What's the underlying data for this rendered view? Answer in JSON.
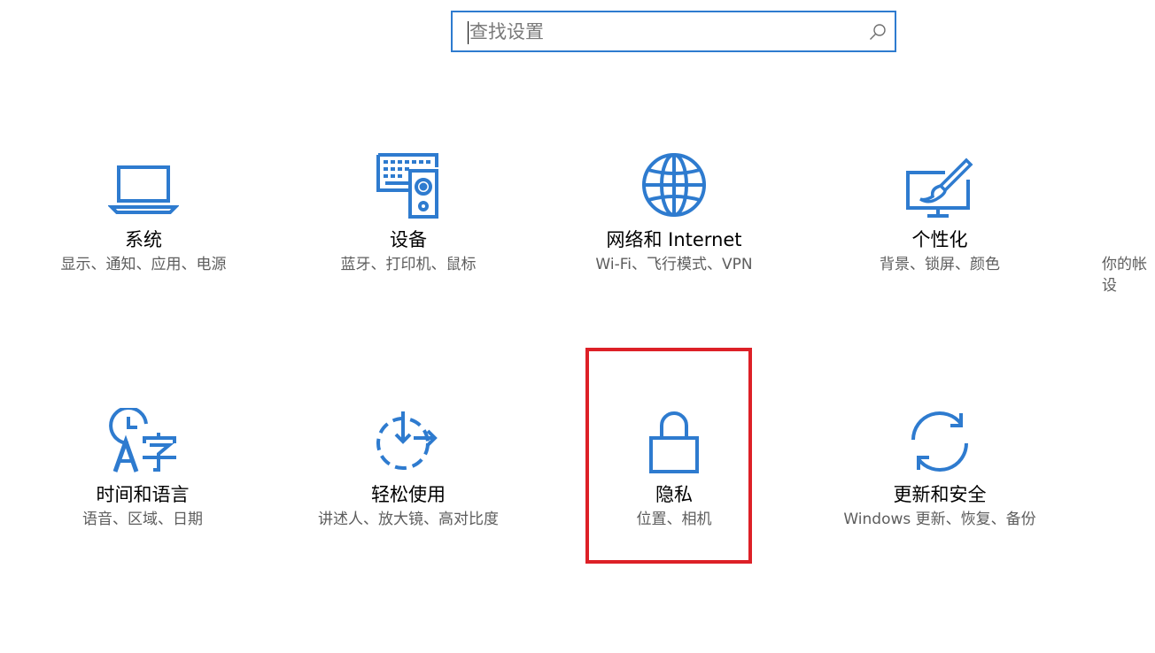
{
  "search": {
    "placeholder": "查找设置",
    "value": ""
  },
  "accent_color": "#2e7bcf",
  "highlight_color": "#dd2027",
  "tiles": [
    {
      "title": "系统",
      "subtitle": "显示、通知、应用、电源",
      "icon": "laptop-icon"
    },
    {
      "title": "设备",
      "subtitle": "蓝牙、打印机、鼠标",
      "icon": "devices-icon"
    },
    {
      "title": "网络和 Internet",
      "subtitle": "Wi-Fi、飞行模式、VPN",
      "icon": "globe-icon"
    },
    {
      "title": "个性化",
      "subtitle": "背景、锁屏、颜色",
      "icon": "personalization-icon"
    },
    {
      "title": "",
      "subtitle": "你的帐\n设",
      "icon": ""
    },
    {
      "title": "时间和语言",
      "subtitle": "语音、区域、日期",
      "icon": "time-language-icon"
    },
    {
      "title": "轻松使用",
      "subtitle": "讲述人、放大镜、高对比度",
      "icon": "ease-of-access-icon"
    },
    {
      "title": "隐私",
      "subtitle": "位置、相机",
      "icon": "lock-icon"
    },
    {
      "title": "更新和安全",
      "subtitle": "Windows 更新、恢复、备份",
      "icon": "sync-icon"
    }
  ]
}
